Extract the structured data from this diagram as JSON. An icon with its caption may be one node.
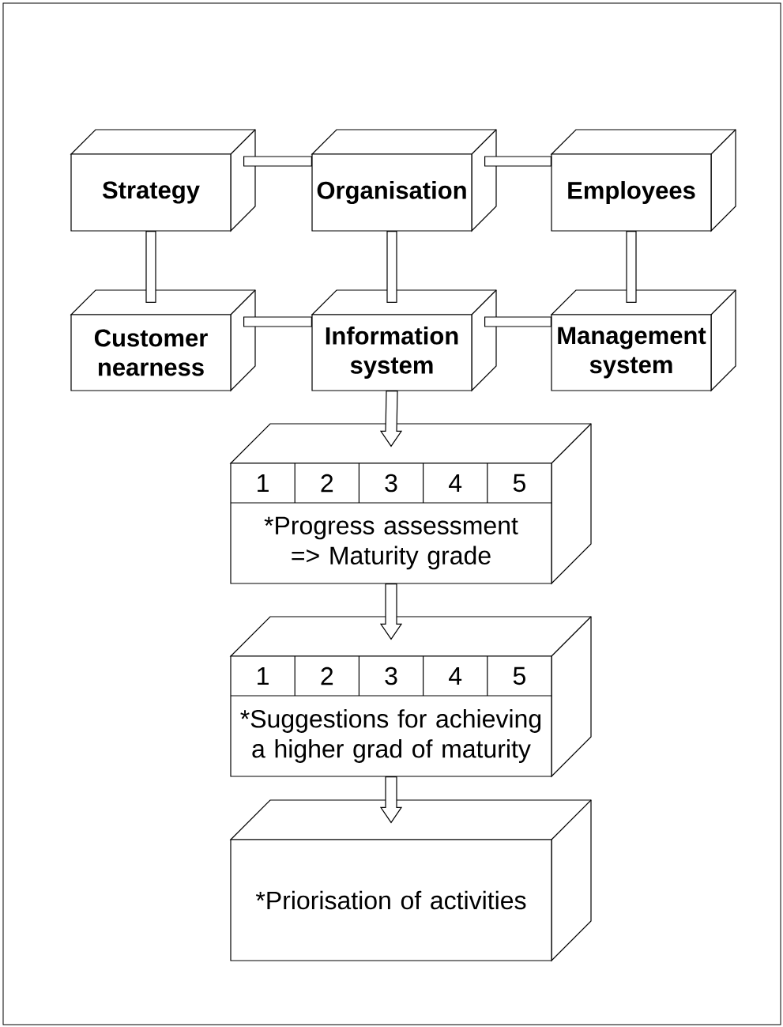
{
  "diagram": {
    "nodes": [
      {
        "text": [
          "Strategy"
        ]
      },
      {
        "text": [
          "Organisation"
        ]
      },
      {
        "text": [
          "Employees"
        ]
      },
      {
        "text": [
          "Customer nearness"
        ]
      },
      {
        "text": [
          "Information system"
        ]
      },
      {
        "text": [
          "Management system"
        ]
      },
      {
        "text": [
          "1",
          "2",
          "3",
          "4",
          "5",
          "*Progress assessment => Maturity grade"
        ]
      },
      {
        "text": [
          "1",
          "2",
          "3",
          "4",
          "5",
          "*Suggestions for achieving a higher grad of maturity"
        ]
      },
      {
        "text": [
          "*Priorisation of activities"
        ]
      }
    ],
    "edges": [
      {
        "from": 0,
        "to": 1,
        "arrow": "none"
      },
      {
        "from": 1,
        "to": 2,
        "arrow": "none"
      },
      {
        "from": 0,
        "to": 3,
        "arrow": "none"
      },
      {
        "from": 1,
        "to": 4,
        "arrow": "none"
      },
      {
        "from": 2,
        "to": 5,
        "arrow": "none"
      },
      {
        "from": 3,
        "to": 4,
        "arrow": "none"
      },
      {
        "from": 4,
        "to": 5,
        "arrow": "none"
      },
      {
        "from": 4,
        "to": 6,
        "arrow": "to"
      },
      {
        "from": 6,
        "to": 7,
        "arrow": "to"
      },
      {
        "from": 7,
        "to": 8,
        "arrow": "to"
      }
    ]
  }
}
